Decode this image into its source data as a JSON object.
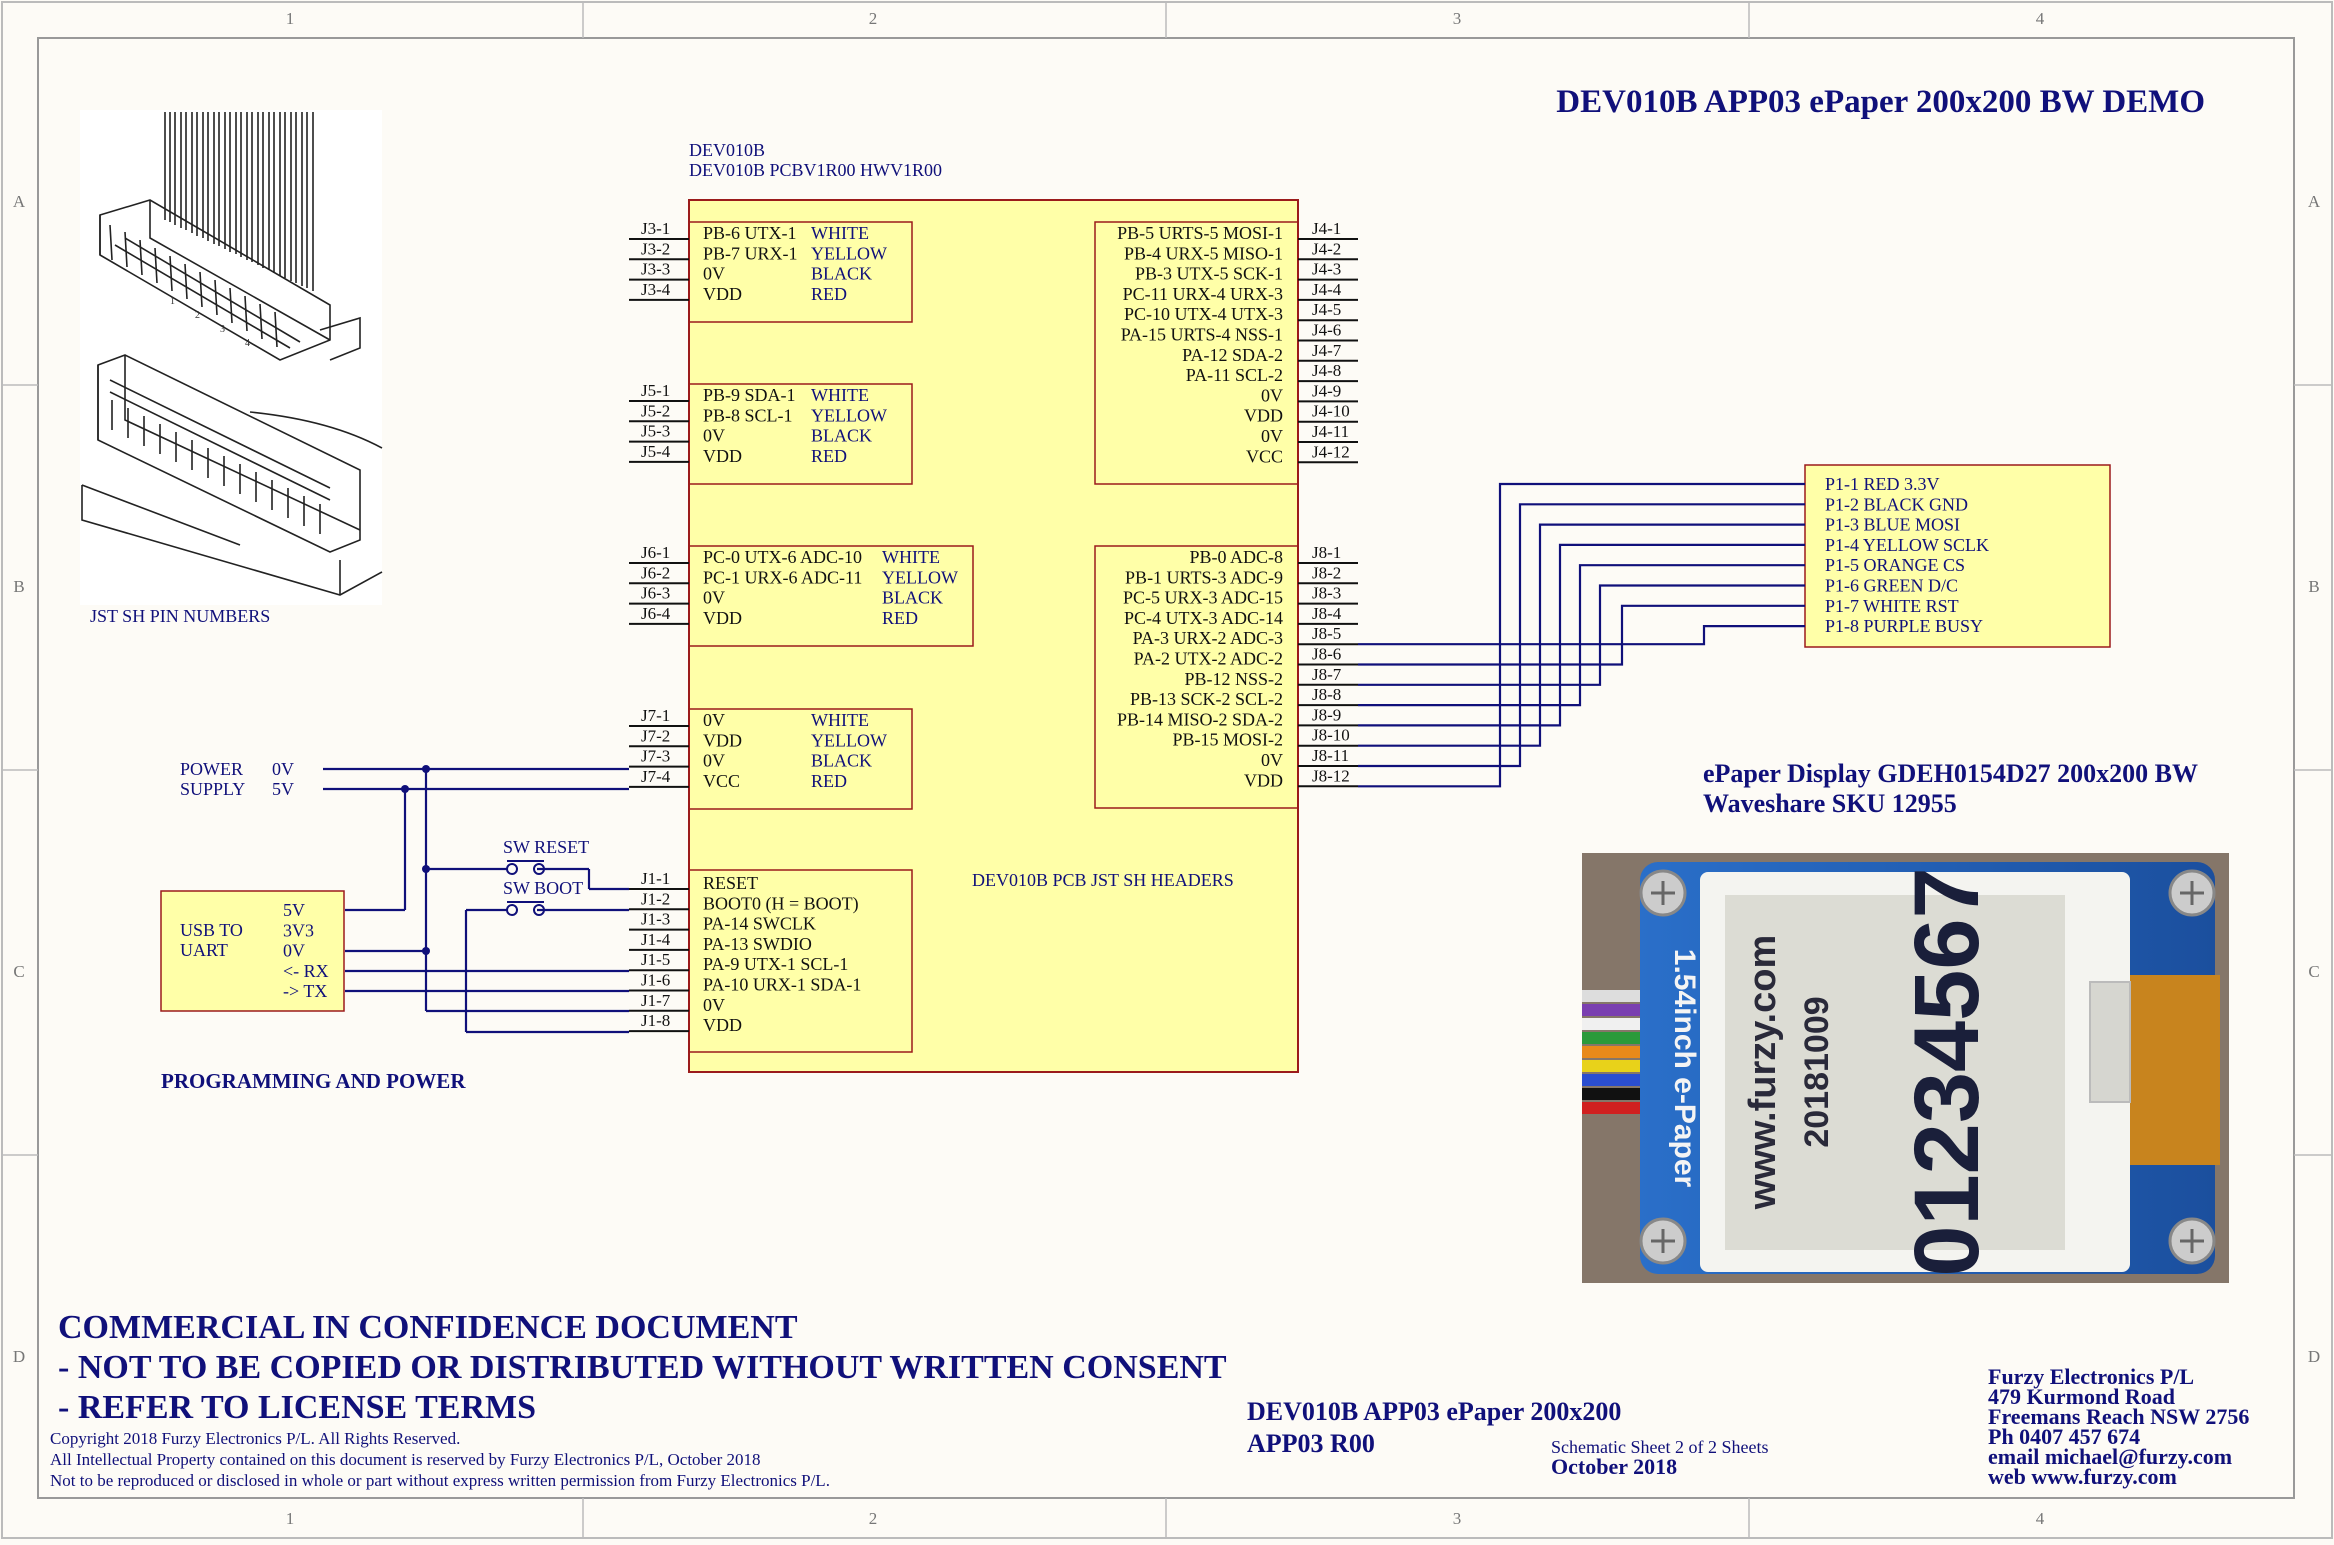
{
  "title": "DEV010B APP03 ePaper 200x200 BW DEMO",
  "border": {
    "columns": [
      "1",
      "2",
      "3",
      "4"
    ],
    "rows": [
      "A",
      "B",
      "C",
      "D"
    ]
  },
  "connector_photo": {
    "caption": "JST SH PIN NUMBERS"
  },
  "board": {
    "designator": "DEV010B",
    "part": "DEV010B PCBV1R00 HWV1R00",
    "label": "DEV010B PCB JST SH HEADERS",
    "j3": {
      "pins": [
        "J3-1",
        "J3-2",
        "J3-3",
        "J3-4"
      ],
      "signals": [
        "PB-6 UTX-1",
        "PB-7 URX-1",
        "0V",
        "VDD"
      ],
      "colors": [
        "WHITE",
        "YELLOW",
        "BLACK",
        "RED"
      ]
    },
    "j5": {
      "pins": [
        "J5-1",
        "J5-2",
        "J5-3",
        "J5-4"
      ],
      "signals": [
        "PB-9 SDA-1",
        "PB-8 SCL-1",
        "0V",
        "VDD"
      ],
      "colors": [
        "WHITE",
        "YELLOW",
        "BLACK",
        "RED"
      ]
    },
    "j6": {
      "pins": [
        "J6-1",
        "J6-2",
        "J6-3",
        "J6-4"
      ],
      "signals": [
        "PC-0 UTX-6 ADC-10",
        "PC-1 URX-6 ADC-11",
        "0V",
        "VDD"
      ],
      "colors": [
        "WHITE",
        "YELLOW",
        "BLACK",
        "RED"
      ]
    },
    "j7": {
      "pins": [
        "J7-1",
        "J7-2",
        "J7-3",
        "J7-4"
      ],
      "signals": [
        "0V",
        "VDD",
        "0V",
        "VCC"
      ],
      "colors": [
        "WHITE",
        "YELLOW",
        "BLACK",
        "RED"
      ]
    },
    "j1": {
      "pins": [
        "J1-1",
        "J1-2",
        "J1-3",
        "J1-4",
        "J1-5",
        "J1-6",
        "J1-7",
        "J1-8"
      ],
      "signals": [
        "RESET",
        "BOOT0 (H = BOOT)",
        "PA-14 SWCLK",
        "PA-13 SWDIO",
        "PA-9 UTX-1 SCL-1",
        "PA-10 URX-1 SDA-1",
        "0V",
        "VDD"
      ]
    },
    "j4": {
      "pins": [
        "J4-1",
        "J4-2",
        "J4-3",
        "J4-4",
        "J4-5",
        "J4-6",
        "J4-7",
        "J4-8",
        "J4-9",
        "J4-10",
        "J4-11",
        "J4-12"
      ],
      "signals": [
        "PB-5 URTS-5 MOSI-1",
        "PB-4 URX-5 MISO-1",
        "PB-3 UTX-5 SCK-1",
        "PC-11 URX-4 URX-3",
        "PC-10 UTX-4 UTX-3",
        "PA-15 URTS-4 NSS-1",
        "PA-12 SDA-2",
        "PA-11 SCL-2",
        "0V",
        "VDD",
        "0V",
        "VCC"
      ]
    },
    "j8": {
      "pins": [
        "J8-1",
        "J8-2",
        "J8-3",
        "J8-4",
        "J8-5",
        "J8-6",
        "J8-7",
        "J8-8",
        "J8-9",
        "J8-10",
        "J8-11",
        "J8-12"
      ],
      "signals": [
        "PB-0 ADC-8",
        "PB-1 URTS-3 ADC-9",
        "PC-5 URX-3 ADC-15",
        "PC-4 UTX-3 ADC-14",
        "PA-3 URX-2 ADC-3",
        "PA-2 UTX-2 ADC-2",
        "PB-12 NSS-2",
        "PB-13 SCK-2 SCL-2",
        "PB-14 MISO-2 SDA-2",
        "PB-15 MOSI-2",
        "0V",
        "VDD"
      ]
    }
  },
  "display_header": {
    "pins": [
      "P1-1 RED 3.3V",
      "P1-2 BLACK GND",
      "P1-3 BLUE MOSI",
      "P1-4 YELLOW SCLK",
      "P1-5 ORANGE CS",
      "P1-6 GREEN D/C",
      "P1-7 WHITE RST",
      "P1-8 PURPLE BUSY"
    ]
  },
  "display_info": {
    "line1": "ePaper Display GDEH0154D27 200x200 BW",
    "line2": "Waveshare SKU 12955"
  },
  "display_photo": {
    "module_label": "1.54inch e-Paper",
    "screen_line1": "www.furzy.com",
    "screen_line2": "20181009",
    "screen_line3": "01234567"
  },
  "power_supply": {
    "labels": [
      "POWER",
      "SUPPLY"
    ],
    "nets": [
      "0V",
      "5V"
    ]
  },
  "usb_uart": {
    "name_lines": [
      "USB TO",
      "UART"
    ],
    "pins": [
      "5V",
      "3V3",
      "0V",
      "<- RX",
      "-> TX"
    ]
  },
  "switches": {
    "reset": "SW RESET",
    "boot": "SW BOOT"
  },
  "section_label": "PROGRAMMING AND POWER",
  "confidential": [
    "COMMERCIAL IN CONFIDENCE DOCUMENT",
    "- NOT TO BE COPIED OR DISTRIBUTED WITHOUT WRITTEN CONSENT",
    "- REFER TO LICENSE TERMS"
  ],
  "copyright": [
    "Copyright 2018 Furzy Electronics P/L. All Rights Reserved.",
    "All Intellectual Property contained on this document is reserved by Furzy Electronics P/L, October 2018",
    "Not to be reproduced or disclosed in whole or part without express written permission from Furzy Electronics P/L."
  ],
  "footer": {
    "doc_title": "DEV010B APP03 ePaper 200x200",
    "revision": "APP03 R00",
    "sheet": "Schematic Sheet 2 of 2 Sheets",
    "date": "October 2018",
    "company": [
      "Furzy Electronics P/L",
      "479 Kurmond Road",
      "Freemans Reach NSW 2756",
      "Ph 0407 457 674",
      "email michael@furzy.com",
      "web www.furzy.com"
    ]
  },
  "colors": {
    "ink": "#10107a",
    "box_fill": "#ffffa8",
    "box_border": "#9b1b1b",
    "paper": "#fdfbf6"
  }
}
